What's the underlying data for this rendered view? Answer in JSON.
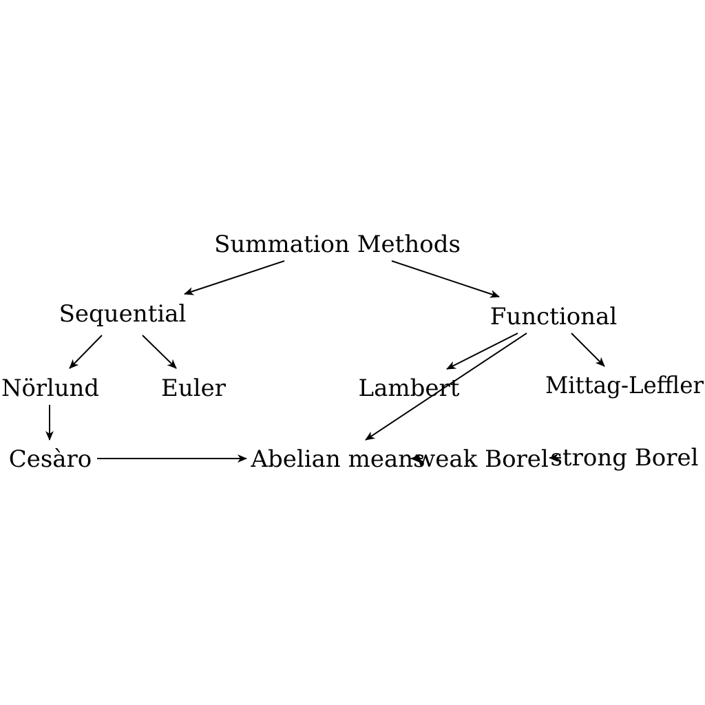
{
  "diagram": {
    "nodes": {
      "root": "Summation Methods",
      "sequential": "Sequential",
      "functional": "Functional",
      "norlund": "Nörlund",
      "euler": "Euler",
      "lambert": "Lambert",
      "mittag_leffler": "Mittag-Leffler",
      "cesaro": "Cesàro",
      "abelian": "Abelian means",
      "weak_borel": "weak Borel",
      "strong_borel": "strong Borel"
    },
    "edges": [
      {
        "from": "Summation Methods",
        "to": "Sequential"
      },
      {
        "from": "Summation Methods",
        "to": "Functional"
      },
      {
        "from": "Sequential",
        "to": "Nörlund"
      },
      {
        "from": "Sequential",
        "to": "Euler"
      },
      {
        "from": "Functional",
        "to": "Lambert"
      },
      {
        "from": "Functional",
        "to": "Mittag-Leffler"
      },
      {
        "from": "Functional",
        "to": "Abelian means"
      },
      {
        "from": "Nörlund",
        "to": "Cesàro"
      },
      {
        "from": "Cesàro",
        "to": "Abelian means"
      },
      {
        "from": "weak Borel",
        "to": "Abelian means"
      },
      {
        "from": "strong Borel",
        "to": "weak Borel"
      }
    ]
  }
}
